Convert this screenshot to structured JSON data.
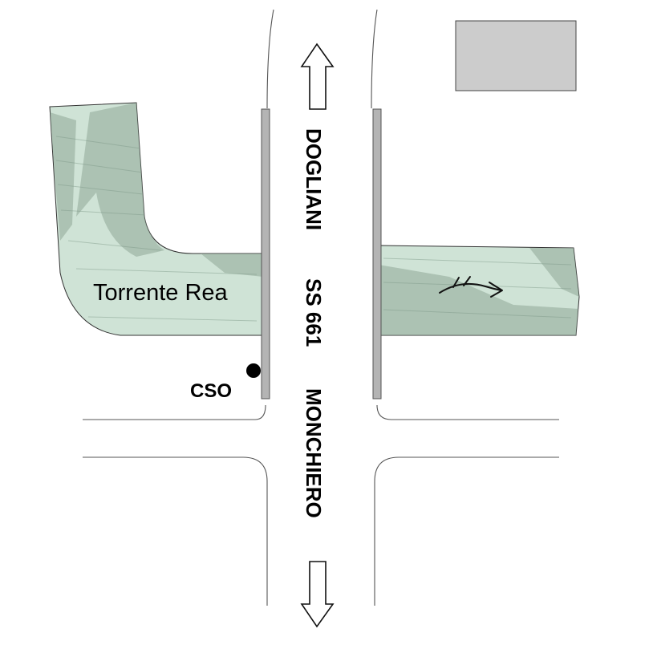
{
  "labels": {
    "river_name": "Torrente Rea",
    "cso": "CSO",
    "road_north": "DOGLIANI",
    "road_number": "SS 661",
    "road_south": "MONCHIERO"
  },
  "colors": {
    "river_fill": "#cfe3d6",
    "river_shade": "#8fa897",
    "bridge_rail": "#b4b4b4",
    "building": "#cccccc"
  },
  "icons": {
    "north_arrow": "double-outline-arrow-up",
    "south_arrow": "double-outline-arrow-down",
    "flow_arrow": "river-flow-direction-arrow",
    "cso_marker": "filled-circle"
  }
}
